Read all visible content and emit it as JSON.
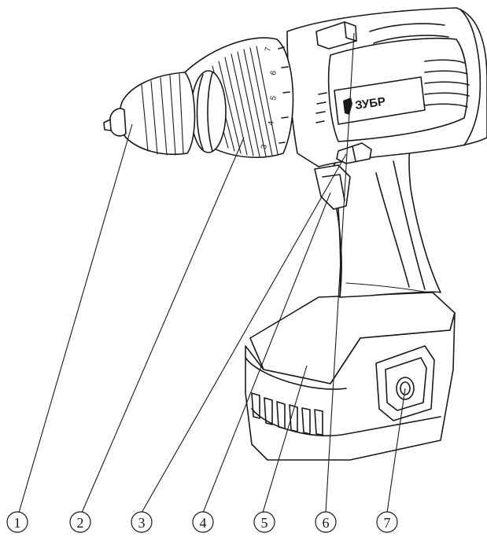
{
  "brand": {
    "label": "ЗУБР"
  },
  "torque_scale": {
    "marks": [
      "3",
      "4",
      "5",
      "6",
      "7"
    ]
  },
  "callouts": [
    {
      "number": "1",
      "part": "chuck"
    },
    {
      "number": "2",
      "part": "torque-collar"
    },
    {
      "number": "3",
      "part": "speed-selector"
    },
    {
      "number": "4",
      "part": "trigger"
    },
    {
      "number": "5",
      "part": "battery-pack"
    },
    {
      "number": "6",
      "part": "gear-switch"
    },
    {
      "number": "7",
      "part": "battery-latch"
    }
  ],
  "colors": {
    "line": "#1a1a1a",
    "background": "#ffffff"
  }
}
